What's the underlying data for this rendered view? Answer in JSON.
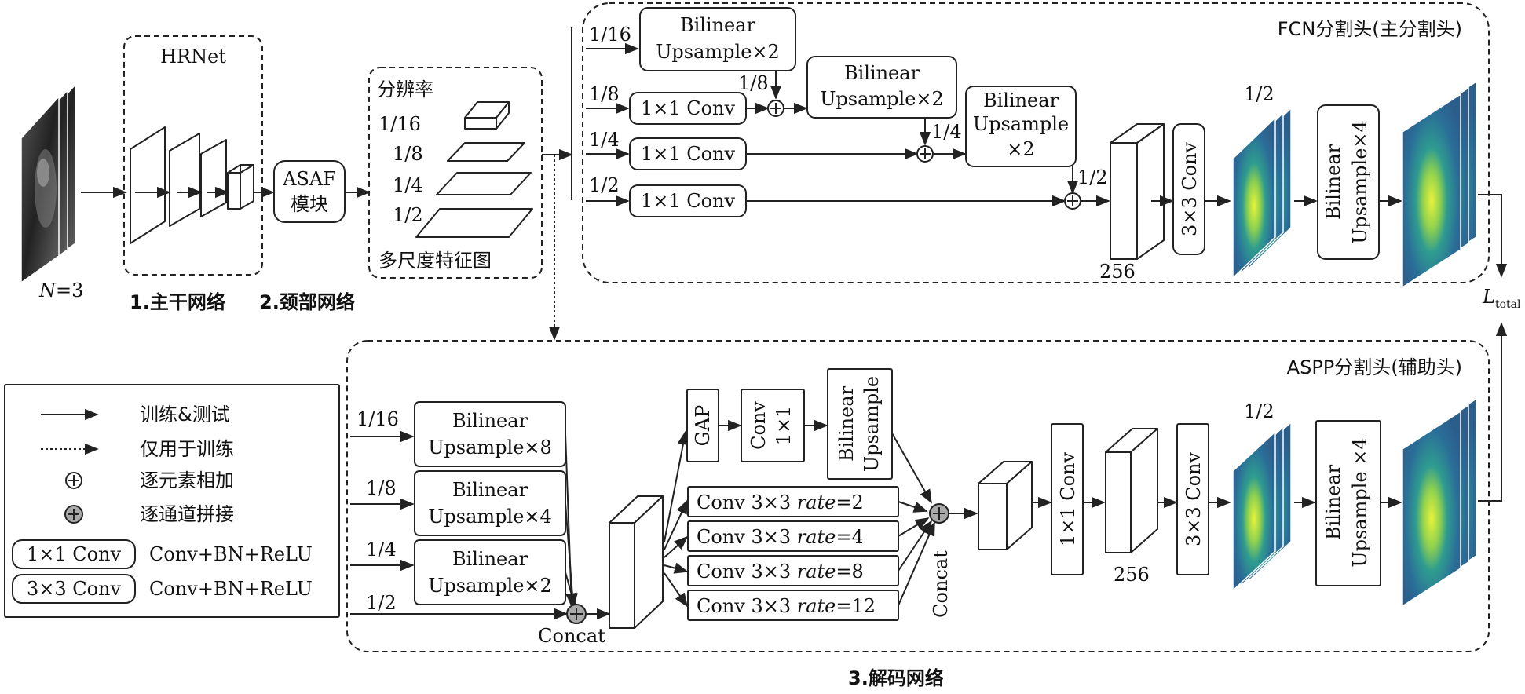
{
  "title_sections": {
    "backbone": "1.主干网络",
    "neck": "2.颈部网络",
    "decoder": "3.解码网络"
  },
  "input": {
    "label_n": "N",
    "label_eq": "=3"
  },
  "hrnet": {
    "label": "HRNet"
  },
  "asaf": {
    "line1": "ASAF",
    "line2": "模块"
  },
  "multiscale": {
    "header": "分辨率",
    "scales": [
      "1/16",
      "1/8",
      "1/4",
      "1/2"
    ],
    "footer": "多尺度特征图"
  },
  "fcn": {
    "title": "FCN分割头(主分割头)",
    "in_16": "1/16",
    "in_8": "1/8",
    "in_4": "1/4",
    "in_2": "1/2",
    "up1_l1": "Bilinear",
    "up1_l2": "Upsample×2",
    "sum1_label": "1/8",
    "conv_8": "1×1 Conv",
    "conv_4": "1×1 Conv",
    "conv_2": "1×1 Conv",
    "up2_l1": "Bilinear",
    "up2_l2": "Upsample×2",
    "sum2_label": "1/4",
    "up3_l1": "Bilinear",
    "up3_l2": "Upsample",
    "up3_l3": "×2",
    "sum3_label": "1/2",
    "channels": "256",
    "conv3": "3×3 Conv",
    "res_label": "1/2",
    "upx4_l1": "Bilinear",
    "upx4_l2": "Upsample×4"
  },
  "loss": {
    "main": "L",
    "sub": "total"
  },
  "aspp": {
    "title": "ASPP分割头(辅助头)",
    "in_16": "1/16",
    "in_8": "1/8",
    "in_4": "1/4",
    "in_2": "1/2",
    "up8_l1": "Bilinear",
    "up8_l2": "Upsample×8",
    "up4_l1": "Bilinear",
    "up4_l2": "Upsample×4",
    "up2_l1": "Bilinear",
    "up2_l2": "Upsample×2",
    "concat1": "Concat",
    "gap": "GAP",
    "conv1x1_l1": "Conv",
    "conv1x1_l2": "1×1",
    "bup_l1": "Bilinear",
    "bup_l2": "Upsample",
    "rate_prefix": "Conv 3×3 ",
    "rate_word": "rate",
    "rates": [
      "=2",
      "=4",
      "=8",
      "=12"
    ],
    "concat2": "Concat",
    "conv_1x1": "1×1 Conv",
    "channels": "256",
    "conv3": "3×3 Conv",
    "res_label": "1/2",
    "upx4_l1": "Bilinear",
    "upx4_l2": "Upsample ×4"
  },
  "legend": {
    "train_test": "训练&测试",
    "train_only": "仅用于训练",
    "elementwise_add": "逐元素相加",
    "channel_concat": "逐通道拼接",
    "box1": "1×1 Conv",
    "box1_desc": "Conv+BN+ReLU",
    "box2": "3×3 Conv",
    "box2_desc": "Conv+BN+ReLU"
  }
}
